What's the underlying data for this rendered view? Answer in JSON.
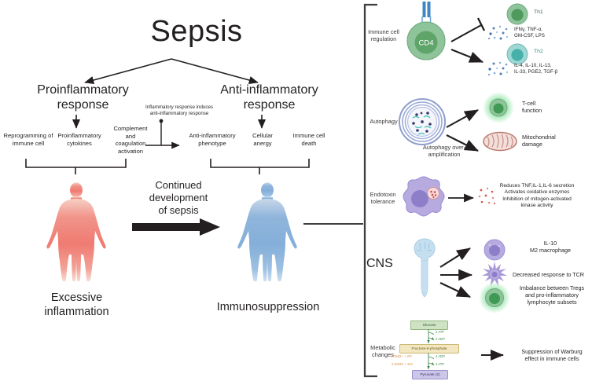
{
  "title": "Sepsis",
  "left_panel": {
    "branches": [
      {
        "label": "Proinflammatory\nresponse"
      },
      {
        "label": "Anti-inflammatory\nresponse"
      }
    ],
    "pro_label_line1": "Proinflammatory",
    "pro_label_line2": "response",
    "anti_label_line1": "Anti-inflammatory",
    "anti_label_line2": "response",
    "middle_note_line1": "Inflammatory response induces",
    "middle_note_line2": "anti-inflammatory response",
    "leaves": [
      {
        "name": "reprogramming",
        "line1": "Reprogramming  of",
        "line2": "immune cell"
      },
      {
        "name": "cytokines",
        "line1": "Proinflammatory",
        "line2": "cytokines"
      },
      {
        "name": "complement",
        "line1": "Complement",
        "line2": "and",
        "line3": "coagulation",
        "line4": "activation"
      },
      {
        "name": "anti-inflammatory-phenotype",
        "line1": "Anti-inflammatory",
        "line2": "phenotype"
      },
      {
        "name": "cellular-anergy",
        "line1": "Cellular",
        "line2": "anergy"
      },
      {
        "name": "immune-cell-death",
        "line1": "Immune cell",
        "line2": "death"
      }
    ],
    "transition_line1": "Continued",
    "transition_line2": "development",
    "transition_line3": "of sepsis",
    "left_outcome_line1": "Excessive",
    "left_outcome_line2": "inflammation",
    "right_outcome": "Immunosuppression"
  },
  "right_panel": {
    "sections": [
      {
        "id": "immune-cell-regulation",
        "label_line1": "Immune cell",
        "label_line2": "regulation",
        "main_cell": "CD4",
        "outputs": [
          {
            "name": "th1",
            "cell_label": "Th1",
            "text_line1": "IFNγ, TNF-α,",
            "text_line2": "GM-CSF, LPS",
            "arrow": "inhibit"
          },
          {
            "name": "th2",
            "cell_label": "Th2",
            "text_line1": "IL-4, IL-10, IL-13,",
            "text_line2": "IL-33, PGE2, TGF-β",
            "arrow": "activate"
          }
        ]
      },
      {
        "id": "autophagy",
        "label_line1": "Autophagy",
        "label_line2": "",
        "sub_note_line1": "Autophagy over-",
        "sub_note_line2": "amplification",
        "outputs": [
          {
            "name": "t-cell-function",
            "text_line1": "T-cell",
            "text_line2": "function"
          },
          {
            "name": "mitochondrial-damage",
            "text_line1": "Mitochondrial",
            "text_line2": "damage"
          }
        ]
      },
      {
        "id": "endotoxin-tolerance",
        "label_line1": "Endotoxin",
        "label_line2": "tolerance",
        "outputs": [
          {
            "name": "endotoxin-effects",
            "text_line1": "Reduces TNF,IL-1,IL-6 secretion",
            "text_line2": "Activates oxidative enzymes",
            "text_line3": "Inhibition of mitogen-activated",
            "text_line4": "kinase activity"
          }
        ]
      },
      {
        "id": "cns",
        "label_line1": "CNS",
        "outputs": [
          {
            "name": "m2-macrophage",
            "text_line1": "IL-10",
            "text_line2": "M2 macrophage"
          },
          {
            "name": "decreased-tcr-response",
            "text_line1": "Decreased response to TCR"
          },
          {
            "name": "treg-imbalance",
            "text_line1": "Imbalance between Tregs",
            "text_line2": "and pro-inflammatory",
            "text_line3": "lymphocyte subsets"
          }
        ]
      },
      {
        "id": "metabolic-changes",
        "label_line1": "Metabolic",
        "label_line2": "changes",
        "pathway": {
          "node1": "Glucose",
          "node2": "Fructose-6-phosphate",
          "node3": "Pyruvate (2)",
          "ann_top_1": "2 ATP",
          "ann_top_2": "2 ADP",
          "ann_left_1": "2 NAD+ + 2Pi",
          "ann_left_2": "2 NADH + 2H+",
          "ann_right_1": "4 ADP",
          "ann_right_2": "4 ATP"
        },
        "outputs": [
          {
            "name": "warburg-suppression",
            "text_line1": "Suppression of Warburg",
            "text_line2": "effect in immune cells"
          }
        ]
      }
    ]
  },
  "colors": {
    "ink": "#231f20",
    "cd4_green": "#7ab87f",
    "cd4_green_dark": "#5fa468",
    "th2_teal": "#74c6c2",
    "tcr_blue": "#3f86c4",
    "autophagy_blue": "#9aa8d6",
    "mito_brown": "#b97a6e",
    "macrophage_purple": "#9b8ed6",
    "endotoxin_purple": "#a89ad8",
    "dot_red": "#d9534f",
    "brain_blue": "#b9d6e8",
    "glow_green": "#58c271",
    "glucose_box": "#cfe3c4",
    "f6p_box": "#f2e7c0",
    "pyr_box": "#ccc6e8",
    "ann_green": "#3f8a4a",
    "ann_orange": "#d98a3a"
  }
}
